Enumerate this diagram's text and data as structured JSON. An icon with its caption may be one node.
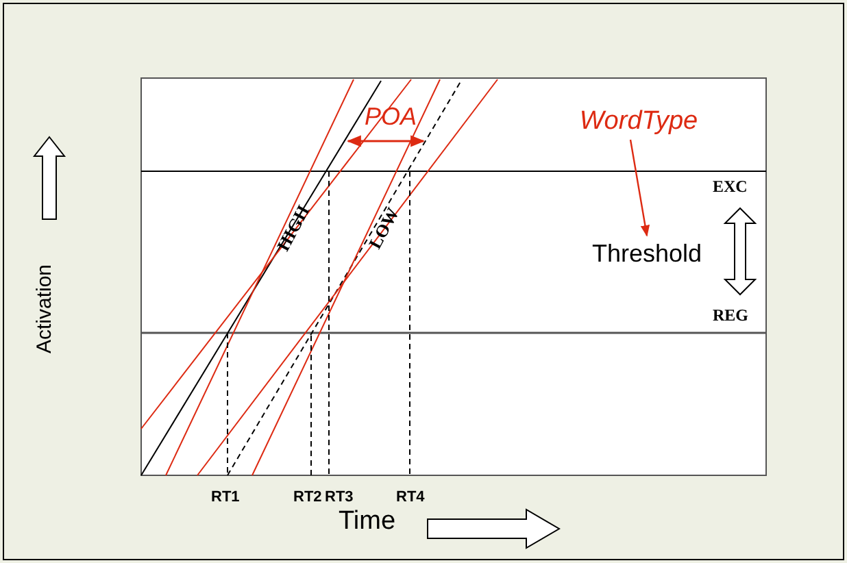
{
  "diagram": {
    "nodes": [
      {
        "text": [
          "WordType"
        ]
      },
      {
        "text": [
          "Threshold"
        ]
      }
    ],
    "edges": [
      {
        "from": 0,
        "to": 1,
        "arrow": "to",
        "color": "#dd2a12"
      }
    ],
    "labels": [
      "POA",
      "HIGH",
      "LOW",
      "EXC",
      "REG",
      "Activation",
      "RT1",
      "RT2",
      "RT3",
      "RT4",
      "Time"
    ]
  }
}
